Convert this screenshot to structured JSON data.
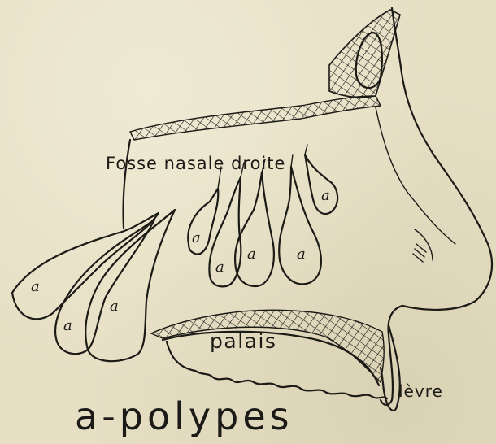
{
  "labels": {
    "nasal_cavity": "Fosse nasale droite",
    "palate": "palais",
    "lip": "lèvre",
    "polyp": "a",
    "legend": "a-polypes"
  },
  "colors": {
    "paper": "#e6dfc4",
    "ink": "#1c1a16"
  }
}
